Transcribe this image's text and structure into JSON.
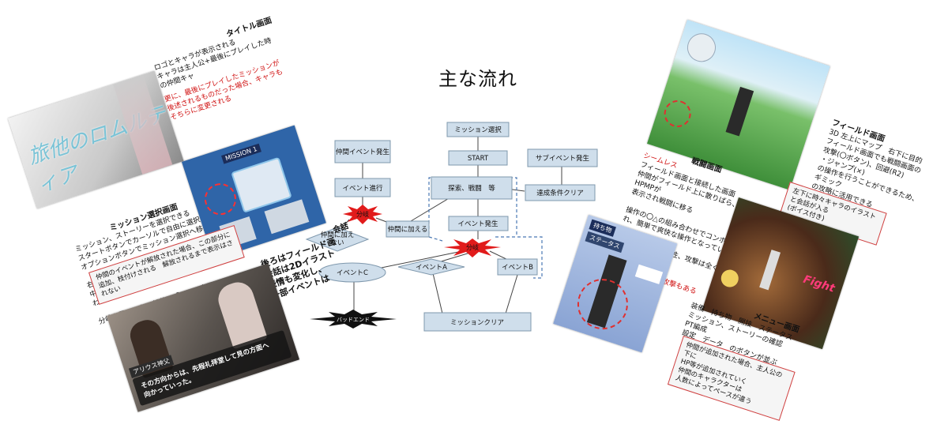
{
  "title": "主な流れ",
  "flowchart": {
    "nodes": {
      "mission_select": "ミッション選択",
      "start": "START",
      "explore": "探索、戦闘　等",
      "sub_event": "サブイベント発生",
      "condition_clear": "達成条件クリア",
      "event_occur": "イベント発生",
      "companion_event": "仲間イベント発生",
      "event_progress": "イベント進行",
      "branch_top": "分岐",
      "not_join": "仲間に加え\nない",
      "join": "仲間に加える",
      "branch_mid": "分岐",
      "event_a": "イベントA",
      "event_b": "イベントB",
      "event_c": "イベントC",
      "bad_end": "バッドエンド",
      "mission_clear": "ミッションクリア"
    }
  },
  "left_panels": {
    "title_screen": {
      "heading": "タイトル画面",
      "lines": "ロゴとキャラが表示される\nキャラは主人公+最後にプレイした時の仲間キャ",
      "red": "更に、最後にプレイしたミッションが後述されるものだった場合、キャラもそちらに変更される"
    },
    "logo_art": {
      "logo": "旅他のロムルティア"
    },
    "mission_select": {
      "heading": "ミッション選択画面",
      "lines": "ミッション、ストーリーを選択できる\nスタートボタンでカーソルで自由に選択、\nオプションボタンでミッション選択へ移動\n\n右上・・・解放され枝付けされたサブイベント\n中央右・・・このイベントはどんなシーンか\nわかるようなあらすじ\n\n分岐を果ていない部分は「？」の表示"
    },
    "mission_art": {
      "label": "MISSION 1"
    },
    "mission_callout": "仲間のイベントが解放された場合、この部分に\n追加、枝付けされる　解放されるまで表示はされない",
    "conversation": {
      "heading": "会話",
      "lines": "後ろはフィールド画\n会話は2Dイラスト\n表情も変化し、\n一部イベントは"
    },
    "conv_art": {
      "name": "アリウス神父",
      "line": "その方向からは、先程礼拝堂して見の方面へ\n向かっていった。"
    }
  },
  "right_panels": {
    "field": {
      "heading": "フィールド画面",
      "lines": "3D 左上にマップ　右下に目的\nフィールド画面でも戦闘画面の\n攻撃(〇ボタン)、回避(R2)\n・ジャンプ(×)\nの操作を行うことができるため、ギミック\nの攻略に活用できる"
    },
    "field_callout": "左下に時々キャラのイラストと会話が入る\n(ボイス付き)",
    "battle": {
      "heading": "戦闘画面",
      "red_prefix": "シームレス",
      "lines": "フィールド画面と接続した画面\n仲間がフィールド上に散りばら、下にHPMPが\n表示され戦闘に移る\n\n操作の〇△の組み合わせでコンボをきめ\nれ、簡単で爽快な操作となっている\n\nキャラ毎に違う特性、攻撃は全く異なり、",
      "red": "特技キャラの連携攻撃もある",
      "red_tail": "特殊"
    },
    "battle_art": {
      "label": "Fight"
    },
    "menu": {
      "heading": "メニュー画面",
      "lines": "装備　持ち物　開技　ステータス\nミッション、ストーリーの確認　PT編成\n設定　データ　のボタンが並ぶ"
    },
    "menu_art": {
      "tab1": "持ち物",
      "tab2": "ステータス"
    },
    "menu_callout": "仲間が追加された場合、主人公の下に\nHP等が追加されていく\n仲間のキャラクターは\n人数によってペースが違う"
  },
  "colors": {
    "box_fill": "#cfdeeb",
    "box_stroke": "#7f98ad",
    "branch": "#e11b1b",
    "bad_end": "#111111",
    "dash": "#4a78b3",
    "accent_red": "#d01010"
  }
}
